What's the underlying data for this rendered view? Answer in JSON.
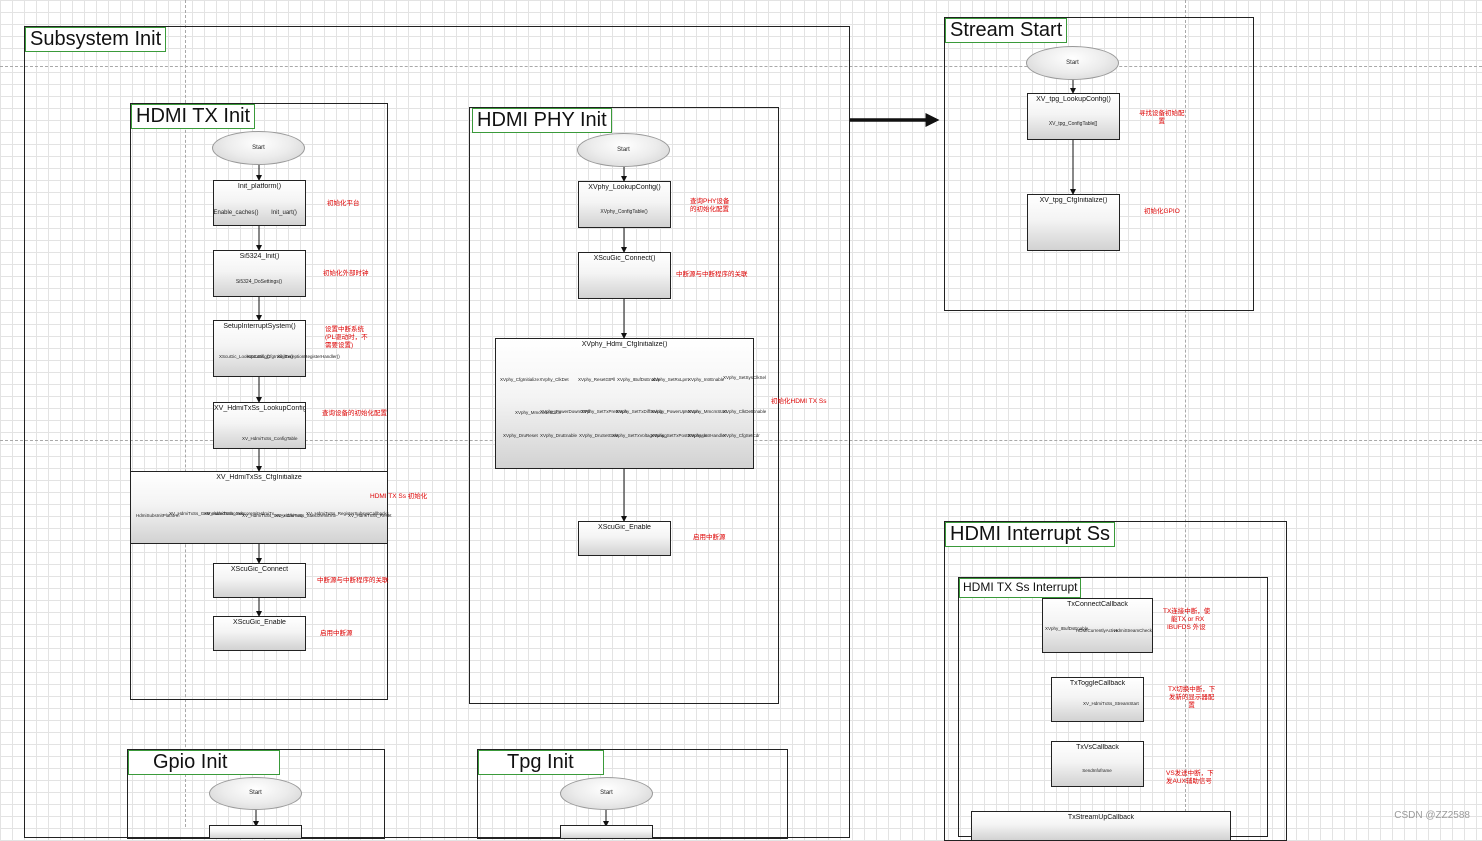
{
  "frames": {
    "subsystem": "Subsystem Init",
    "hdmi_tx": "HDMI TX Init",
    "hdmi_phy": "HDMI PHY Init",
    "stream_start": "Stream Start",
    "hdmi_interrupt": "HDMI Interrupt Ss",
    "tx_ss_interrupt": "HDMI TX Ss Interrupt",
    "gpio": "Gpio Init",
    "tpg": "Tpg Init"
  },
  "start_label": "Start",
  "hdmi_tx_nodes": {
    "init_platform": {
      "title": "Init_platform()",
      "subs": [
        "Enable_caches()",
        "Init_uart()"
      ],
      "note": "初始化平台"
    },
    "si5324": {
      "title": "Si5324_Init()",
      "subs": [
        "Si5324_DoSettings()"
      ],
      "note": "初始化外部时钟"
    },
    "setup_interrupt": {
      "title": "SetupInterruptSystem()",
      "subs": [
        "XScuGic_LookupConfig()",
        "XScuGic_CfgInitialize()",
        "Xil_ExceptionRegisterHandler()"
      ],
      "note": [
        "设置中断系统",
        "(PL驱动时，不",
        "需要设置)"
      ]
    },
    "lookup": {
      "title": "XV_HdmiTxSs_LookupConfig()",
      "subs": [
        "XV_HdmiTxSs_ConfigTable"
      ],
      "note": "查询设备的初始化配置"
    },
    "cfg_init": {
      "title": "XV_HdmiTxSs_CfgInitialize",
      "subs": [
        "HdmiSubsInitPlatform",
        "XV_HdmiTxSs_GetIncludedSubcores",
        "XV_HdmiTxSs_SubcoreInitHdmiTx",
        "XV_HdmiTxSs_SetAxiClkFreq",
        "XV_HdmiTxSs_SubcoreInitVtc",
        "XV_HdmiTxSs_RegisterSubsysCallbacks",
        "XV_HdmiTxSs_Reset"
      ],
      "note": "HDMI TX Ss 初始化"
    },
    "connect": {
      "title": "XScuGic_Connect",
      "note": "中断源与中断程序的关联"
    },
    "enable": {
      "title": "XScuGic_Enable",
      "note": "启用中断源"
    }
  },
  "hdmi_phy_nodes": {
    "lookup": {
      "title": "XVphy_LookupConfig()",
      "subs": [
        "XVphy_ConfigTable()"
      ],
      "note": [
        "查询PHY设备",
        "的初始化配置"
      ]
    },
    "connect": {
      "title": "XScuGic_Connect()",
      "note": "中断源与中断程序的关联"
    },
    "cfg_init": {
      "title": "XVphy_Hdmi_CfgInitialize()",
      "subs_row1": [
        "XVphy_CfgInitialize",
        "XVphy_ClkDet",
        "XVphy_ResetGtPll",
        "XVphy_IBufDsEnable",
        "XVphy_SetRxLpm",
        "XVphy_IntrEnable",
        "XVphy_DrpWr",
        "XVphy_SetSysClkSel"
      ],
      "subs_row2": [
        "XVphy_MmcmSetClkIn",
        "XVphy_PowerDownGtPll",
        "XVphy_SetTxPreEmph",
        "XVphy_SetTxDiffSwing",
        "XVphy_PowerUpMmcm",
        "XVphy_MmcmStart",
        "XVphy_ClkDetEnable"
      ],
      "subs_row3": [
        "XVphy_DruReset",
        "XVphy_DruEnable",
        "XVphy_DruSetGain",
        "XVphy_SetTxVoltageSwing",
        "XVphy_SetTxPostEmphasis",
        "XVphy_IntrHandler",
        "XVphy_CfgSetCdr"
      ],
      "note": "初始化HDMI TX Ss"
    },
    "enable": {
      "title": "XScuGic_Enable",
      "note": "启用中断源"
    }
  },
  "stream_nodes": {
    "lookup": {
      "title": "XV_tpg_LookupConfig()",
      "subs": [
        "XV_tpg_ConfigTable[]"
      ],
      "note": [
        "寻找设备初始配",
        "置"
      ]
    },
    "cfg_init": {
      "title": "XV_tpg_CfgInitialize()",
      "note": "初始化GPIO"
    }
  },
  "interrupt_nodes": {
    "connect_cb": {
      "title": "TxConnectCallback",
      "subs": [
        "XVphy_IBufDsEnable",
        "HDMICurrentlyActive",
        "HdmiStreamCheck"
      ],
      "note": [
        "TX连接中断，使",
        "能TX or RX",
        "IBUFDS 外设"
      ]
    },
    "toggle_cb": {
      "title": "TxToggleCallback",
      "subs": [
        "XV_HdmiTxSs_StreamStart"
      ],
      "note": [
        "TX切换中断，下",
        "发新的显示器配",
        "置"
      ]
    },
    "vs_cb": {
      "title": "TxVsCallback",
      "subs": [
        "SendInfoframe"
      ],
      "note": [
        "VS发送中断，下",
        "发AUX辅助信号"
      ]
    },
    "stream_up_cb": {
      "title": "TxStreamUpCallback"
    }
  },
  "watermark": "CSDN @ZZ2588"
}
